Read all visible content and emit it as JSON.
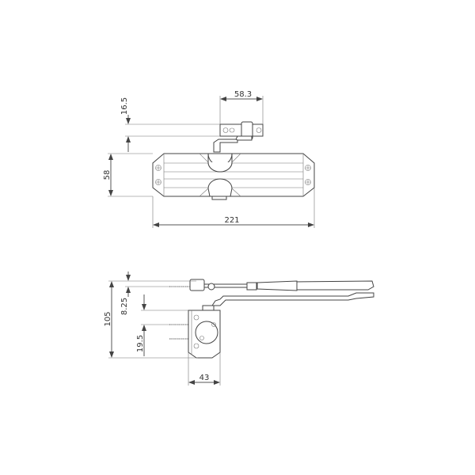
{
  "top_view": {
    "dimensions": {
      "bracket_width": "58.3",
      "bracket_offset": "16.5",
      "body_height": "58",
      "body_length": "221"
    }
  },
  "side_view": {
    "dimensions": {
      "total_height": "105",
      "arm_offset": "8.25",
      "screw_spacing": "19.5",
      "plate_width": "43"
    }
  }
}
